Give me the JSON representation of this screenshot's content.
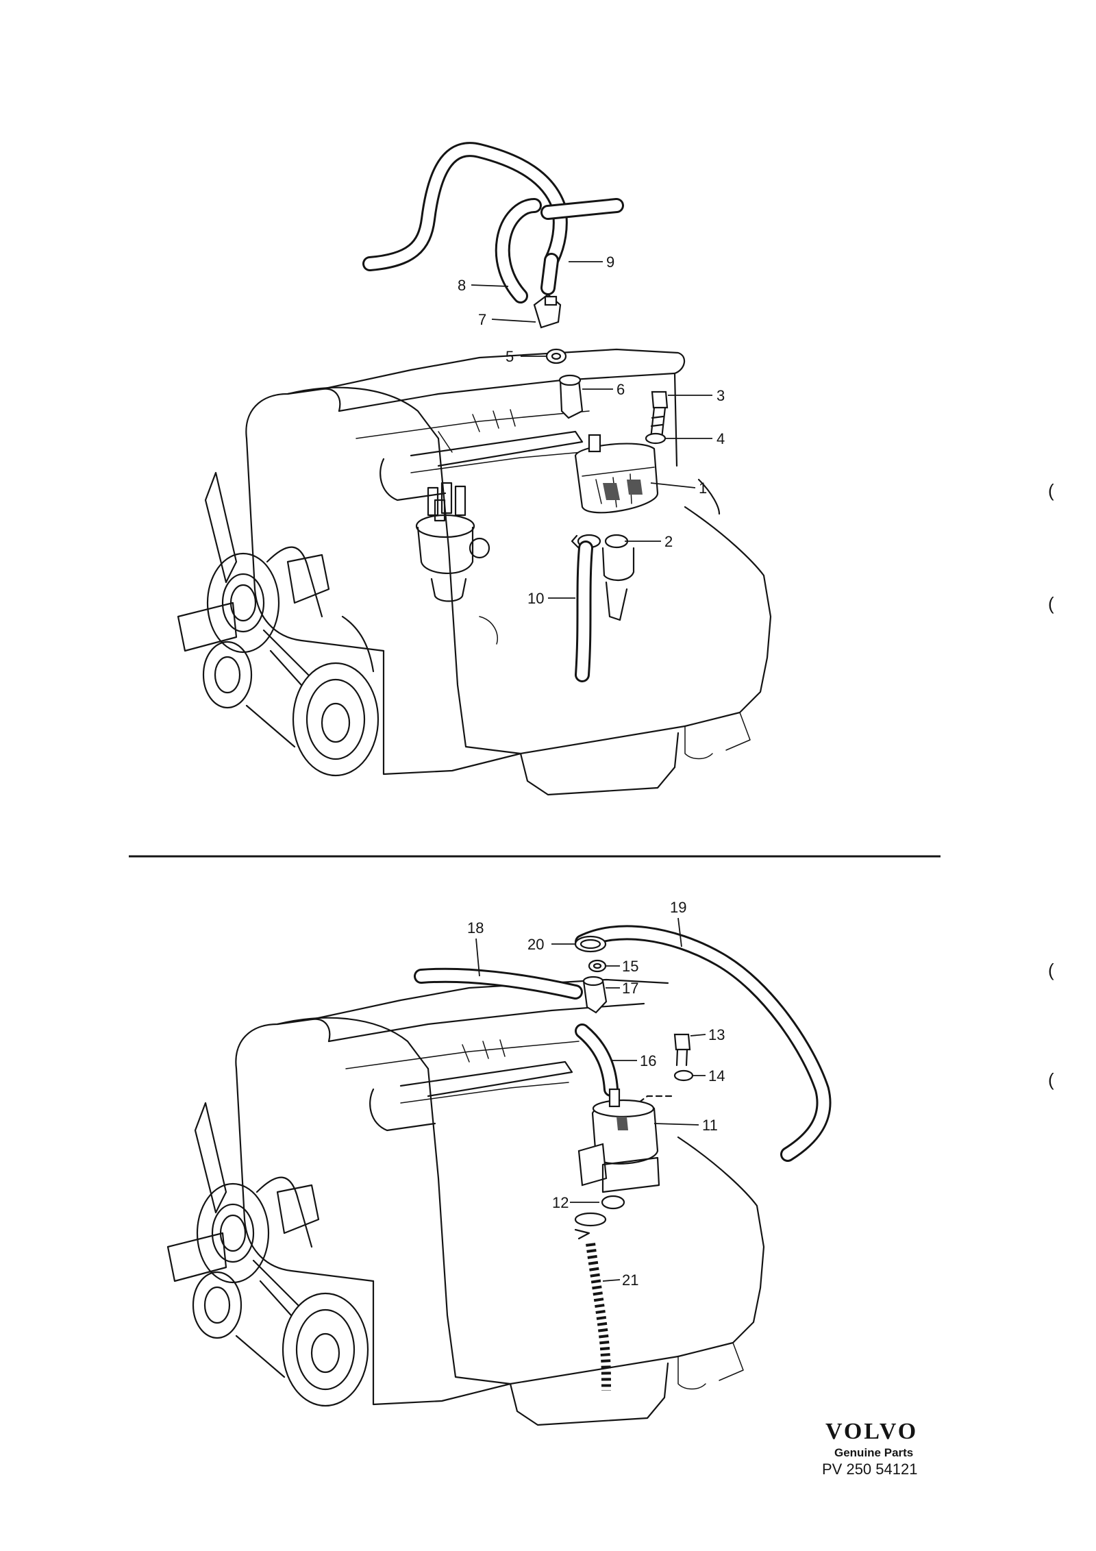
{
  "callouts_top": [
    "1",
    "2",
    "3",
    "4",
    "5",
    "6",
    "7",
    "8",
    "9",
    "10"
  ],
  "callouts_bottom": [
    "11",
    "12",
    "13",
    "14",
    "15",
    "16",
    "17",
    "18",
    "19",
    "20",
    "21"
  ],
  "brand": {
    "logo": "VOLVO",
    "tagline": "Genuine Parts",
    "code": "PV 250 54121"
  },
  "margin_marks": [
    "(",
    "(",
    "(",
    "("
  ],
  "colors": {
    "ink": "#141414",
    "paper": "#ffffff"
  }
}
